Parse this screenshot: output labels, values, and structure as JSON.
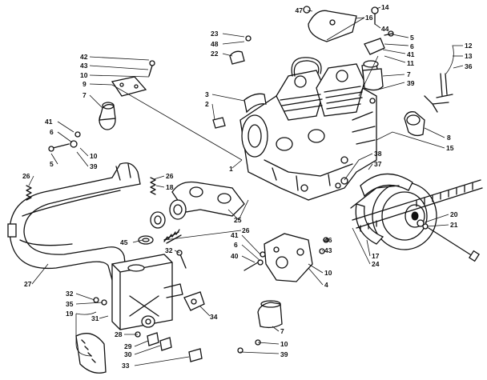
{
  "callouts": [
    {
      "id": "c47",
      "text": "47"
    },
    {
      "id": "c16",
      "text": "16"
    },
    {
      "id": "c14",
      "text": "14"
    },
    {
      "id": "c44",
      "text": "44"
    },
    {
      "id": "c5a",
      "text": "5"
    },
    {
      "id": "c6a",
      "text": "6"
    },
    {
      "id": "c41a",
      "text": "41"
    },
    {
      "id": "c11",
      "text": "11"
    },
    {
      "id": "c7a",
      "text": "7"
    },
    {
      "id": "c39a",
      "text": "39"
    },
    {
      "id": "c12",
      "text": "12"
    },
    {
      "id": "c13",
      "text": "13"
    },
    {
      "id": "c36",
      "text": "36"
    },
    {
      "id": "c23",
      "text": "23"
    },
    {
      "id": "c48",
      "text": "48"
    },
    {
      "id": "c22",
      "text": "22"
    },
    {
      "id": "c42",
      "text": "42"
    },
    {
      "id": "c43a",
      "text": "43"
    },
    {
      "id": "c10a",
      "text": "10"
    },
    {
      "id": "c9",
      "text": "9"
    },
    {
      "id": "c7b",
      "text": "7"
    },
    {
      "id": "c3",
      "text": "3"
    },
    {
      "id": "c2",
      "text": "2"
    },
    {
      "id": "c1",
      "text": "1"
    },
    {
      "id": "c41b",
      "text": "41"
    },
    {
      "id": "c6b",
      "text": "6"
    },
    {
      "id": "c10b",
      "text": "10"
    },
    {
      "id": "c5b",
      "text": "5"
    },
    {
      "id": "c39b",
      "text": "39"
    },
    {
      "id": "c8",
      "text": "8"
    },
    {
      "id": "c15",
      "text": "15"
    },
    {
      "id": "c38",
      "text": "38"
    },
    {
      "id": "c37",
      "text": "37"
    },
    {
      "id": "c26a",
      "text": "26"
    },
    {
      "id": "c26b",
      "text": "26"
    },
    {
      "id": "c18",
      "text": "18"
    },
    {
      "id": "c25",
      "text": "25"
    },
    {
      "id": "c26c",
      "text": "26"
    },
    {
      "id": "c45",
      "text": "45"
    },
    {
      "id": "c41c",
      "text": "41"
    },
    {
      "id": "c6c",
      "text": "6"
    },
    {
      "id": "c40",
      "text": "40"
    },
    {
      "id": "c32",
      "text": "32"
    },
    {
      "id": "c46",
      "text": "46"
    },
    {
      "id": "c43b",
      "text": "43"
    },
    {
      "id": "c10c",
      "text": "10"
    },
    {
      "id": "c4",
      "text": "4"
    },
    {
      "id": "c20",
      "text": "20"
    },
    {
      "id": "c21",
      "text": "21"
    },
    {
      "id": "c17",
      "text": "17"
    },
    {
      "id": "c24",
      "text": "24"
    },
    {
      "id": "c27",
      "text": "27"
    },
    {
      "id": "c32b",
      "text": "32"
    },
    {
      "id": "c35",
      "text": "35"
    },
    {
      "id": "c19",
      "text": "19"
    },
    {
      "id": "c31",
      "text": "31"
    },
    {
      "id": "c28",
      "text": "28"
    },
    {
      "id": "c29",
      "text": "29"
    },
    {
      "id": "c30",
      "text": "30"
    },
    {
      "id": "c33",
      "text": "33"
    },
    {
      "id": "c34",
      "text": "34"
    },
    {
      "id": "c7c",
      "text": "7"
    },
    {
      "id": "c10d",
      "text": "10"
    },
    {
      "id": "c39c",
      "text": "39"
    }
  ]
}
